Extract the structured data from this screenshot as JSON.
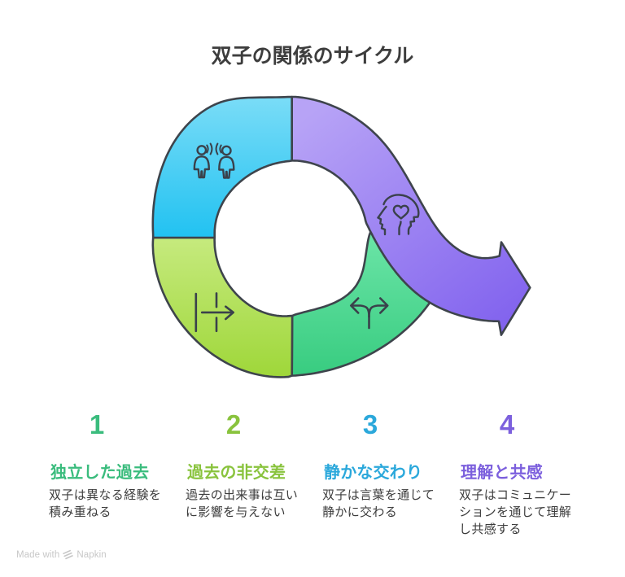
{
  "page": {
    "title": "双子の関係のサイクル",
    "background": "#ffffff"
  },
  "watermark": {
    "made_with": "Made with",
    "brand": "Napkin",
    "color": "#c7c7c7",
    "logo_icon": "napkin-logo-icon"
  },
  "cycle": {
    "outline_color": "#3e444c",
    "icon_color": "#3a414b",
    "segments": [
      {
        "step": "1",
        "position": "bottom-right",
        "icon": "diverging-paths-icon",
        "color_light": "#6ae4a6",
        "color_dark": "#38cc80"
      },
      {
        "step": "2",
        "position": "bottom-left",
        "icon": "boundary-arrow-icon",
        "color_light": "#c6ea7e",
        "color_dark": "#9fd73a"
      },
      {
        "step": "3",
        "position": "top-left",
        "icon": "two-people-talking-icon",
        "color_light": "#79dcf7",
        "color_dark": "#22c2f1"
      },
      {
        "step": "4",
        "position": "top-right-arrow",
        "icon": "head-heart-icon",
        "color_light": "#b7a3f6",
        "color_dark": "#8162ee"
      }
    ]
  },
  "steps": [
    {
      "number": "1",
      "heading": "独立した過去",
      "body": "双子は異なる経験を積み重ねる",
      "color": "#3abc7d"
    },
    {
      "number": "2",
      "heading": "過去の非交差",
      "body": "過去の出来事は互いに影響を与えない",
      "color": "#89c33d"
    },
    {
      "number": "3",
      "heading": "静かな交わり",
      "body": "双子は言葉を通じて静かに交わる",
      "color": "#2ba8db"
    },
    {
      "number": "4",
      "heading": "理解と共感",
      "body": "双子はコミュニケーションを通じて理解し共感する",
      "color": "#7c60dd"
    }
  ]
}
